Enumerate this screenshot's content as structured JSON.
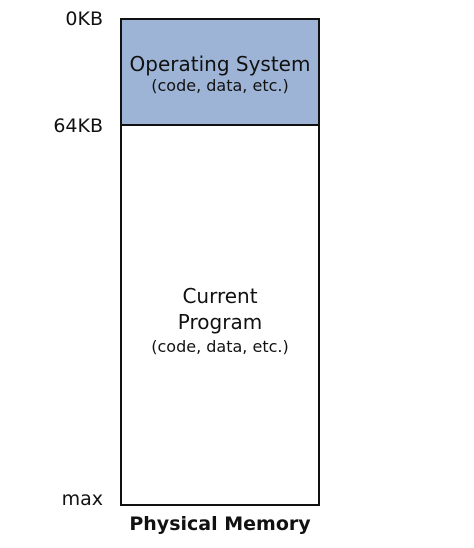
{
  "addresses": {
    "start": "0KB",
    "os_end": "64KB",
    "end": "max"
  },
  "os_segment": {
    "title": "Operating System",
    "subtitle": "(code, data, etc.)",
    "color": "#9db4d6"
  },
  "program_segment": {
    "line1": "Current",
    "line2": "Program",
    "subtitle": "(code, data, etc.)"
  },
  "caption": "Physical Memory"
}
